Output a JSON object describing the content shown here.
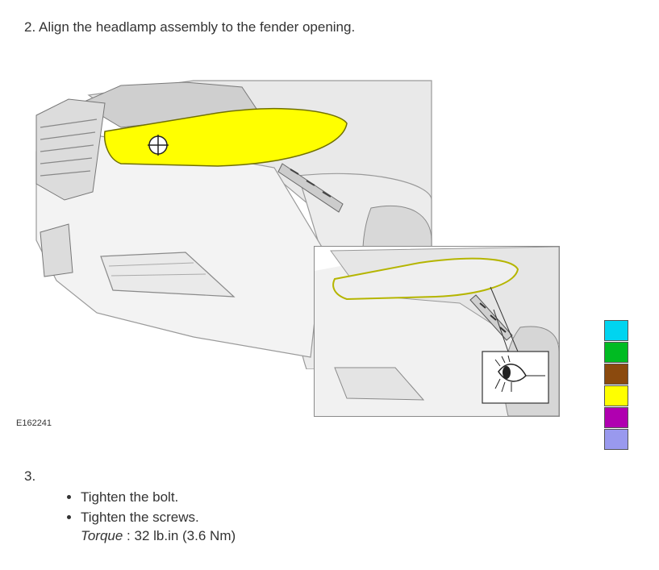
{
  "step2": {
    "number": "2.",
    "text": "Align the headlamp assembly to the fender opening."
  },
  "figure": {
    "id": "E162241",
    "icons": [
      "alignment-target-icon",
      "eye-icon"
    ]
  },
  "color_legend": [
    "#00d4f0",
    "#00bb22",
    "#8b4a0e",
    "#ffff00",
    "#b000b0",
    "#9999ee"
  ],
  "step3": {
    "number": "3.",
    "bullets": [
      "Tighten the bolt.",
      "Tighten the screws."
    ],
    "torque_label": "Torque",
    "torque_sep": " : ",
    "torque_value": "32 lb.in (3.6 Nm)"
  }
}
